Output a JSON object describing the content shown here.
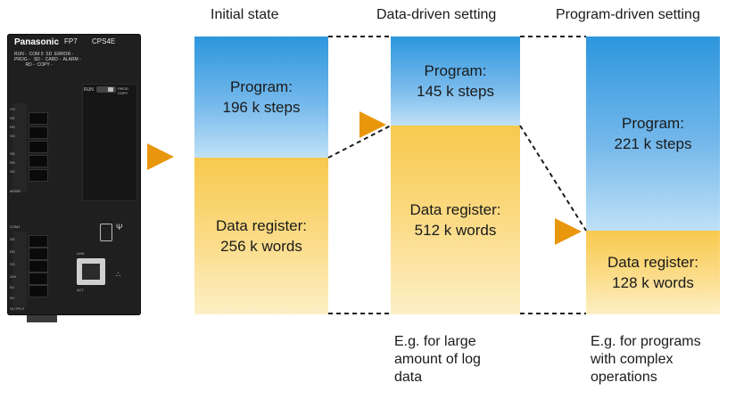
{
  "device": {
    "brand": "Panasonic",
    "model": "FP7",
    "cpu": "CPS4E",
    "status_text": "RUN -  COM 0  SD  ERROR -\nPROG -   SD -  CARD -  ALARM -\n         RD -  COPY -",
    "run_label": "RUN",
    "prog_label": "PROG.\nCOPY",
    "com_label": "COM1",
    "link_label": "LINK",
    "act_label": "ACT",
    "output_label": "OUTPUT",
    "terminal_labels": [
      "SD",
      "RD",
      "SG",
      "24V",
      "5V",
      "0V"
    ],
    "left_labels": [
      "CH",
      "SD",
      "RD",
      "SG",
      "SD",
      "RD",
      "SG",
      "MODE"
    ]
  },
  "columns": [
    {
      "title": "Initial state",
      "program_label": "Program:\n196 k steps",
      "register_label": "Data register:\n256 k words",
      "note": ""
    },
    {
      "title": "Data-driven setting",
      "program_label": "Program:\n145 k steps",
      "register_label": "Data register:\n512 k words",
      "note": "E.g. for large\namount of log\ndata"
    },
    {
      "title": "Program-driven setting",
      "program_label": "Program:\n221 k steps",
      "register_label": "Data register:\n128 k words",
      "note": "E.g. for programs\nwith complex\noperations"
    }
  ],
  "colors": {
    "arrow": "#e8970d",
    "program_top": "#2d96dd",
    "register_top": "#f7c94d",
    "dashed_line": "#1a1a1a"
  }
}
